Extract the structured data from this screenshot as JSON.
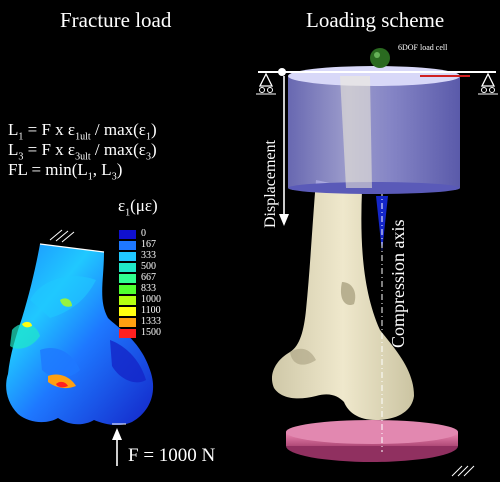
{
  "left_title": "Fracture load",
  "right_title": "Loading scheme",
  "equations": {
    "l1": {
      "lhs": "L",
      "sub1": "1",
      "mid": " = F x ε",
      "sub2": "1ult",
      "rhs": " / max(ε",
      "sub3": "1",
      "end": ")"
    },
    "l3": {
      "lhs": "L",
      "sub1": "3",
      "mid": " = F x ε",
      "sub2": "3ult",
      "rhs": " / max(ε",
      "sub3": "3",
      "end": ")"
    },
    "fl": "FL = min(L1, L3)",
    "fl_prefix": "FL = min(L",
    "fl_sub1": "1",
    "fl_mid": ", L",
    "fl_sub2": "3",
    "fl_end": ")"
  },
  "legend": {
    "title_main": "ε",
    "title_sub": "1",
    "title_unit": "(με)",
    "items": [
      {
        "label": "0",
        "color": "#1010d0"
      },
      {
        "label": "167",
        "color": "#1e78ff"
      },
      {
        "label": "333",
        "color": "#20c8ff"
      },
      {
        "label": "500",
        "color": "#20e8c8"
      },
      {
        "label": "667",
        "color": "#30ff90"
      },
      {
        "label": "833",
        "color": "#50ff30"
      },
      {
        "label": "1000",
        "color": "#b4ff10"
      },
      {
        "label": "1100",
        "color": "#ffff10"
      },
      {
        "label": "1333",
        "color": "#ffa010"
      },
      {
        "label": "1500",
        "color": "#ff2020"
      }
    ]
  },
  "force_label": "F = 1000 N",
  "load_cell_label": "6DOF load cell",
  "displacement_label": "Displacement",
  "compression_axis_label": "Compression axis"
}
